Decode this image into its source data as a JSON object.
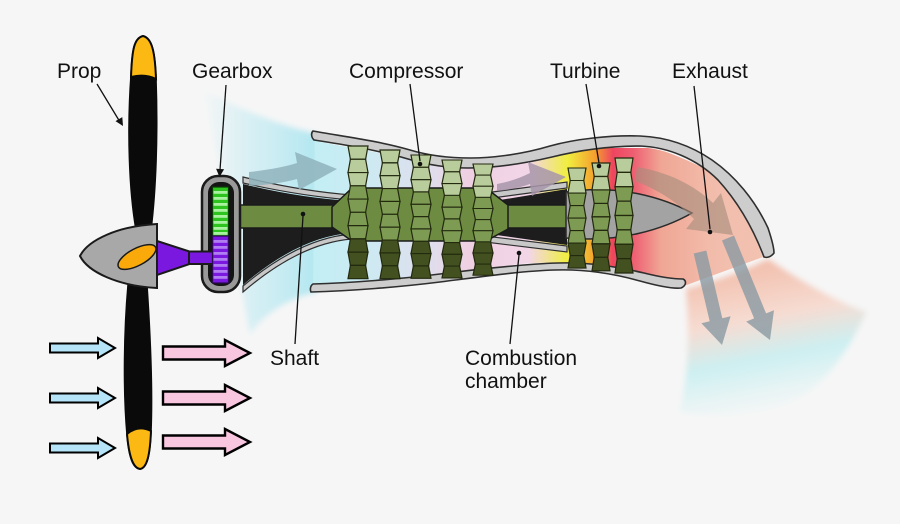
{
  "diagram": {
    "type": "turboprop-engine-cutaway",
    "labels": {
      "prop": "Prop",
      "gearbox": "Gearbox",
      "compressor": "Compressor",
      "turbine": "Turbine",
      "exhaust": "Exhaust",
      "shaft": "Shaft",
      "combustion_line1": "Combustion",
      "combustion_line2": "chamber"
    },
    "colors": {
      "background": "#f6f6f6",
      "prop_blade": "#0a0a0a",
      "prop_tip": "#fdb913",
      "spinner": "#a8a8a8",
      "spinner_blade_root": "#f9a90a",
      "power_shaft_purple": "#7a18e0",
      "gear_green": "#2ec41f",
      "main_shaft_olive": "#6d8c42",
      "blade_light": "#b9cc9b",
      "blade_mid": "#7d9b52",
      "blade_dark": "#42511f",
      "casing_gray": "#cdcdcd",
      "tail_cone": "#a3a3a3",
      "intake_air_cyan": "#bbe9f2",
      "compressed_air_pink": "#f2d6e7",
      "flame_yellow": "#f0ee3f",
      "flame_orange": "#f5a02e",
      "flame_red": "#ee4560",
      "exhaust_salmon": "#f2c0ae",
      "cold_arrow_blue": "#b5e3f7",
      "prop_wash_arrow_pink": "#f9c6e0",
      "flow_arrow_gray": "#8fa3aa"
    }
  }
}
